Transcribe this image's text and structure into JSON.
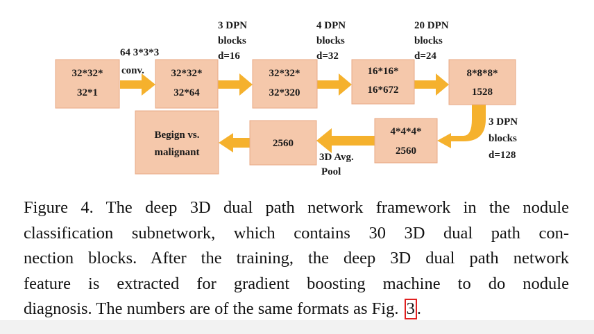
{
  "diagram": {
    "boxes": [
      {
        "id": "input",
        "lines": [
          "32*32*",
          "32*1"
        ]
      },
      {
        "id": "conv",
        "lines": [
          "32*32*",
          "32*64"
        ]
      },
      {
        "id": "dpn1",
        "lines": [
          "32*32*",
          "32*320"
        ]
      },
      {
        "id": "dpn2",
        "lines": [
          "16*16*",
          "16*672"
        ]
      },
      {
        "id": "dpn3",
        "lines": [
          "8*8*8*",
          "1528"
        ]
      },
      {
        "id": "dpn4",
        "lines": [
          "4*4*4*",
          "2560"
        ]
      },
      {
        "id": "pool",
        "lines": [
          "2560"
        ]
      },
      {
        "id": "output",
        "lines": [
          "Begign vs.",
          "malignant"
        ]
      }
    ],
    "edge_labels": [
      {
        "id": "conv-label",
        "lines": [
          "64 3*3*3",
          "conv."
        ]
      },
      {
        "id": "dpn-label-1",
        "lines": [
          "3 DPN",
          "blocks",
          "d=16"
        ]
      },
      {
        "id": "dpn-label-2",
        "lines": [
          "4 DPN",
          "blocks",
          "d=32"
        ]
      },
      {
        "id": "dpn-label-3",
        "lines": [
          "20 DPN",
          "blocks",
          "d=24"
        ]
      },
      {
        "id": "dpn-label-4",
        "lines": [
          "3 DPN",
          "blocks",
          "d=128"
        ]
      },
      {
        "id": "pool-label",
        "lines": [
          "3D Avg.",
          "Pool"
        ]
      }
    ]
  },
  "caption": {
    "lines": [
      "Figure 4. The deep 3D dual path network framework in the nodule",
      "classification subnetwork, which contains 30 3D dual path con-",
      "nection blocks. After the training, the deep 3D dual path network",
      "feature is extracted for gradient boosting machine to do nodule"
    ],
    "last_line_prefix": "diagnosis. The numbers are of the same formats as Fig. ",
    "figure_ref": "3",
    "last_line_suffix": "."
  },
  "colors": {
    "box_fill": "#f5c8ab",
    "box_border": "#e8a985",
    "arrow": "#f5b12d",
    "reference_highlight": "#e02020"
  }
}
